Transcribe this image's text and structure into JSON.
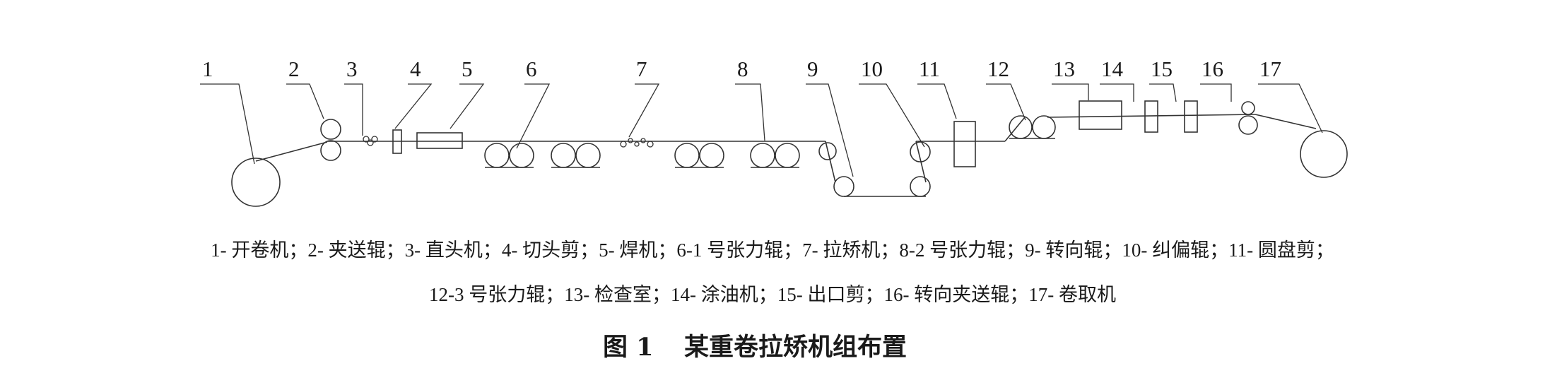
{
  "labels": [
    "1",
    "2",
    "3",
    "4",
    "5",
    "6",
    "7",
    "8",
    "9",
    "10",
    "11",
    "12",
    "13",
    "14",
    "15",
    "16",
    "17"
  ],
  "legend": {
    "line1": "1- 开卷机；2- 夹送辊；3- 直头机；4- 切头剪；5- 焊机；6-1 号张力辊；7- 拉矫机；8-2 号张力辊；9- 转向辊；10- 纠偏辊；11- 圆盘剪；",
    "line2": "12-3 号张力辊；13- 检查室；14- 涂油机；15- 出口剪；16- 转向夹送辊；17- 卷取机"
  },
  "caption": {
    "figure": "图 1",
    "title": "某重卷拉矫机组布置"
  }
}
